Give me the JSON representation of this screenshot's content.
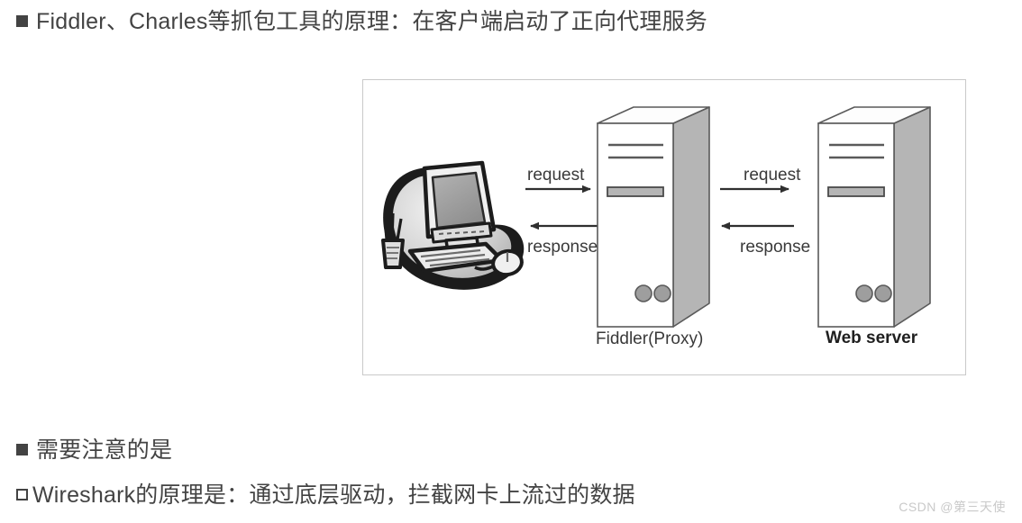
{
  "slide": {
    "lines": [
      {
        "id": "line-top",
        "bullet": "filled-square",
        "text": "Fiddler、Charles等抓包工具的原理：在客户端启动了正向代理服务"
      },
      {
        "id": "line-note",
        "bullet": "filled-square",
        "text": "需要注意的是"
      },
      {
        "id": "line-ws",
        "bullet": "hollow-square",
        "text": "Wireshark的原理是：通过底层驱动，拦截网卡上流过的数据"
      }
    ]
  },
  "diagram": {
    "nodes": {
      "client": {
        "label": "",
        "icon": "desktop-computer-icon"
      },
      "proxy": {
        "label": "Fiddler(Proxy)",
        "icon": "server-tower-icon"
      },
      "server": {
        "label": "Web server",
        "icon": "server-tower-icon"
      }
    },
    "arrows": [
      {
        "id": "client-to-proxy",
        "label": "request",
        "direction": "right"
      },
      {
        "id": "proxy-to-client",
        "label": "response",
        "direction": "left"
      },
      {
        "id": "proxy-to-server",
        "label": "request",
        "direction": "right"
      },
      {
        "id": "server-to-proxy",
        "label": "response",
        "direction": "left"
      }
    ]
  },
  "watermark": {
    "text": "CSDN @第三天使"
  },
  "colors": {
    "text": "#434343",
    "frame_border": "#c9c9c9",
    "tower_side": "#b5b5b5",
    "tower_outline": "#5a5a5a",
    "arrow": "#3a3a3a",
    "watermark": "#c9c9c9"
  }
}
